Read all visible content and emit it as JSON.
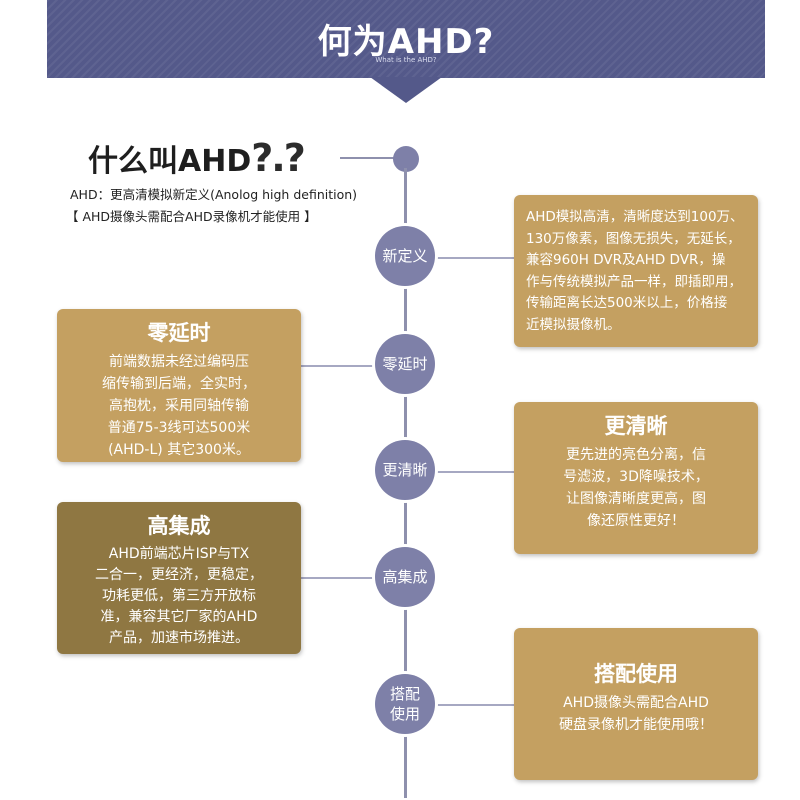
{
  "banner": {
    "title": "何为AHD?",
    "subtitle": "What is the AHD?"
  },
  "intro": {
    "title": "什么叫AHD",
    "question_marks": "?.?",
    "description": "AHD：更高清模拟新定义(Anolog high definition)",
    "note": "【 AHD摄像头需配合AHD录像机才能使用 】"
  },
  "nodes": {
    "definition": "新定义",
    "zero_delay": "零延时",
    "clearer": "更清晰",
    "integration": "高集成",
    "pairing_line1": "搭配",
    "pairing_line2": "使用"
  },
  "cards": {
    "definition": {
      "title": "",
      "body": "AHD模拟高清，清晰度达到100万、\n130万像素，图像无损失，无延长，\n兼容960H DVR及AHD DVR，操\n作与传统模拟产品一样，即插即用，\n传输距离长达500米以上，价格接\n近模拟摄像机。"
    },
    "zero_delay": {
      "title": "零延时",
      "body": "前端数据未经过编码压\n缩传输到后端，全实时，\n高抱枕，采用同轴传输\n普通75-3线可达500米\n(AHD-L) 其它300米。"
    },
    "clearer": {
      "title": "更清晰",
      "body": "更先进的亮色分离，信\n号滤波，3D降噪技术，\n让图像清晰度更高，图\n像还原性更好！"
    },
    "integration": {
      "title": "高集成",
      "body": "AHD前端芯片ISP与TX\n二合一，更经济，更稳定，\n功耗更低，第三方开放标\n准，兼容其它厂家的AHD\n产品，加速市场推进。"
    },
    "pairing": {
      "title": "搭配使用",
      "body": "AHD摄像头需配合AHD\n硬盘录像机才能使用哦！"
    }
  },
  "colors": {
    "banner": "#54598a",
    "node": "#7e80a8",
    "card_gold": "#c4a061",
    "card_brown": "#8f7742"
  }
}
